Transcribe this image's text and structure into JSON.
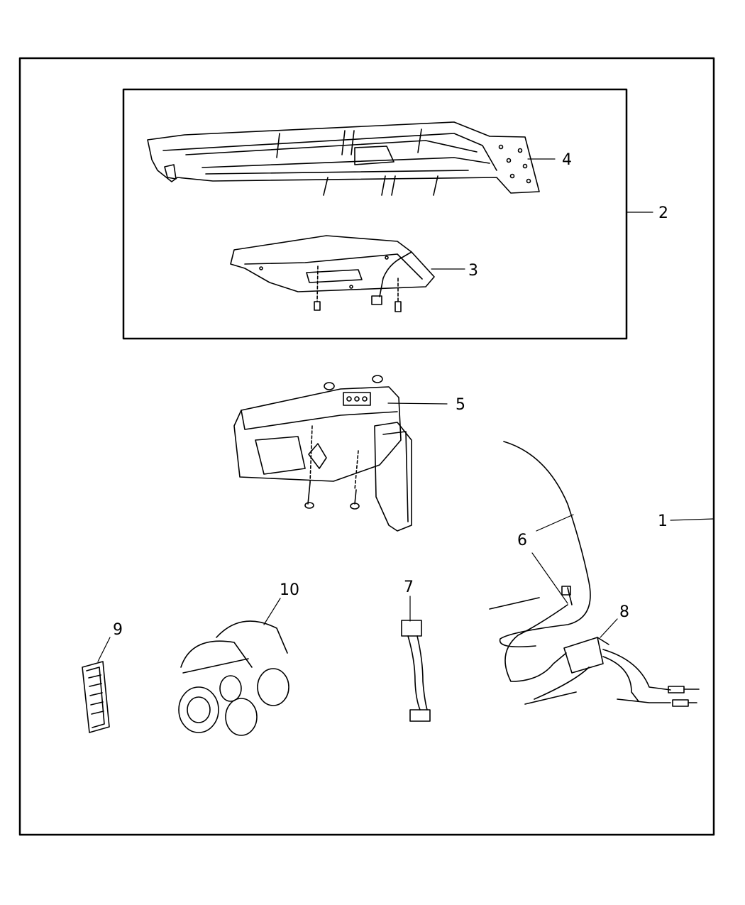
{
  "diagram": {
    "callouts": [
      "1",
      "2",
      "3",
      "4",
      "5",
      "6",
      "7",
      "8",
      "9",
      "10"
    ],
    "parts": {
      "overhead_console_bracket": "4",
      "mounting_plate": "3",
      "kit_group": "2",
      "video_screen_module": "5",
      "system_kit": "1",
      "antenna_cable": "6",
      "wiring_jumper": "7",
      "transmitter_module": "8",
      "remote_control": "9",
      "headphones": "10"
    }
  }
}
